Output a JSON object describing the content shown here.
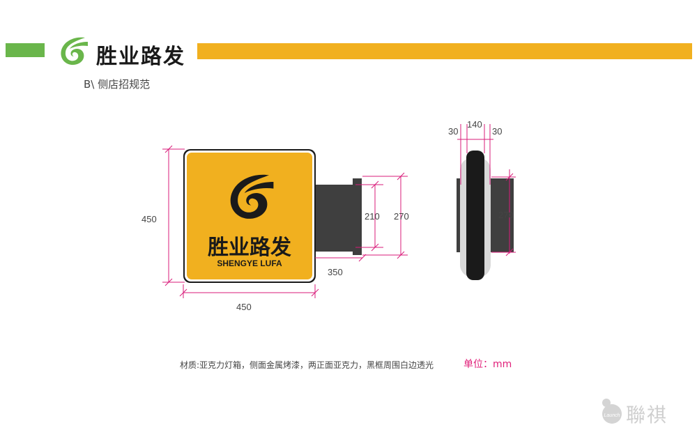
{
  "header": {
    "brand_name": "胜业路发",
    "subtitle": "B\\ 侧店招规范",
    "colors": {
      "green": "#6ab64b",
      "orange": "#f1b01f"
    }
  },
  "front_view": {
    "sign_name_cn": "胜业路发",
    "sign_name_en": "SHENGYE LUFA",
    "dim_height": "450",
    "dim_width": "450",
    "dim_arm_length": "350",
    "dim_bracket_inner": "210",
    "dim_bracket_outer": "270",
    "panel_color": "#f1b01f"
  },
  "side_view": {
    "dim_left": "30",
    "dim_center": "140",
    "dim_right": "30",
    "dim_bracket": "270"
  },
  "footer": {
    "note": "材质:亚克力灯箱，侧面金属烤漆，两正面亚克力，黑框周围白边透光",
    "unit": "单位：mm"
  },
  "watermark": {
    "text": "聯祺",
    "icon_text": "Launch"
  }
}
